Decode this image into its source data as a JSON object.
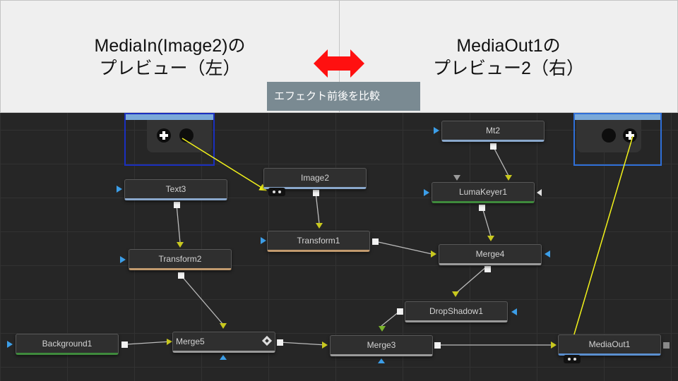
{
  "preview_left": {
    "line1": "MediaIn(Image2)の",
    "line2": "プレビュー（左）"
  },
  "preview_right": {
    "line1": "MediaOut1の",
    "line2": "プレビュー2（右）"
  },
  "caption": "エフェクト前後を比較",
  "nodes": {
    "text3": "Text3",
    "image2": "Image2",
    "mt2": "Mt2",
    "lumakeyer1": "LumaKeyer1",
    "transform1": "Transform1",
    "transform2": "Transform2",
    "merge4": "Merge4",
    "dropshadow1": "DropShadow1",
    "background1": "Background1",
    "merge5": "Merge5",
    "merge3": "Merge3",
    "mediaout1": "MediaOut1"
  },
  "colors": {
    "arrow": "#ff1010",
    "pointer_arrow": "#f2f21a",
    "input_yellow": "#c8c81e",
    "input_blue": "#3c9ee8",
    "input_green": "#7ab42c"
  }
}
